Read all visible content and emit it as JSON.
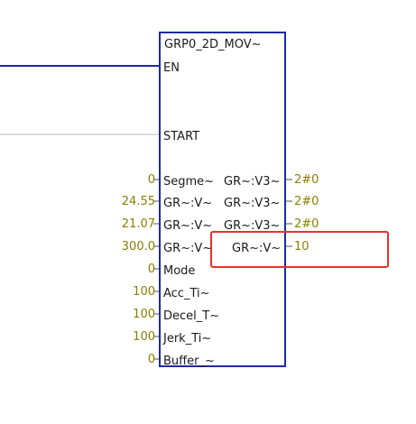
{
  "block": {
    "title": "GRP0_2D_MOV~",
    "inputs": [
      {
        "pin": "EN",
        "value": ""
      },
      {
        "pin": "START",
        "value": ""
      },
      {
        "pin": "Segme~",
        "value": "0"
      },
      {
        "pin": "GR~:V~",
        "value": "24.55"
      },
      {
        "pin": "GR~:V~",
        "value": "21.07"
      },
      {
        "pin": "GR~:V~",
        "value": "300.0"
      },
      {
        "pin": "Mode",
        "value": "0"
      },
      {
        "pin": "Acc_Ti~",
        "value": "100"
      },
      {
        "pin": "Decel_T~",
        "value": "100"
      },
      {
        "pin": "Jerk_Ti~",
        "value": "100"
      },
      {
        "pin": "Buffer_~",
        "value": "0"
      }
    ],
    "outputs": [
      {
        "pin": "GR~:V3~",
        "value": "2#0"
      },
      {
        "pin": "GR~:V3~",
        "value": "2#0"
      },
      {
        "pin": "GR~:V3~",
        "value": "2#0"
      },
      {
        "pin": "GR~:V~",
        "value": "10"
      }
    ]
  },
  "colors": {
    "block_border": "#1b2ba6",
    "en_wire": "#1b2ba6",
    "start_wire": "#b8b8b8",
    "pin_values": "#8a7e00",
    "highlight": "#e3322b"
  }
}
